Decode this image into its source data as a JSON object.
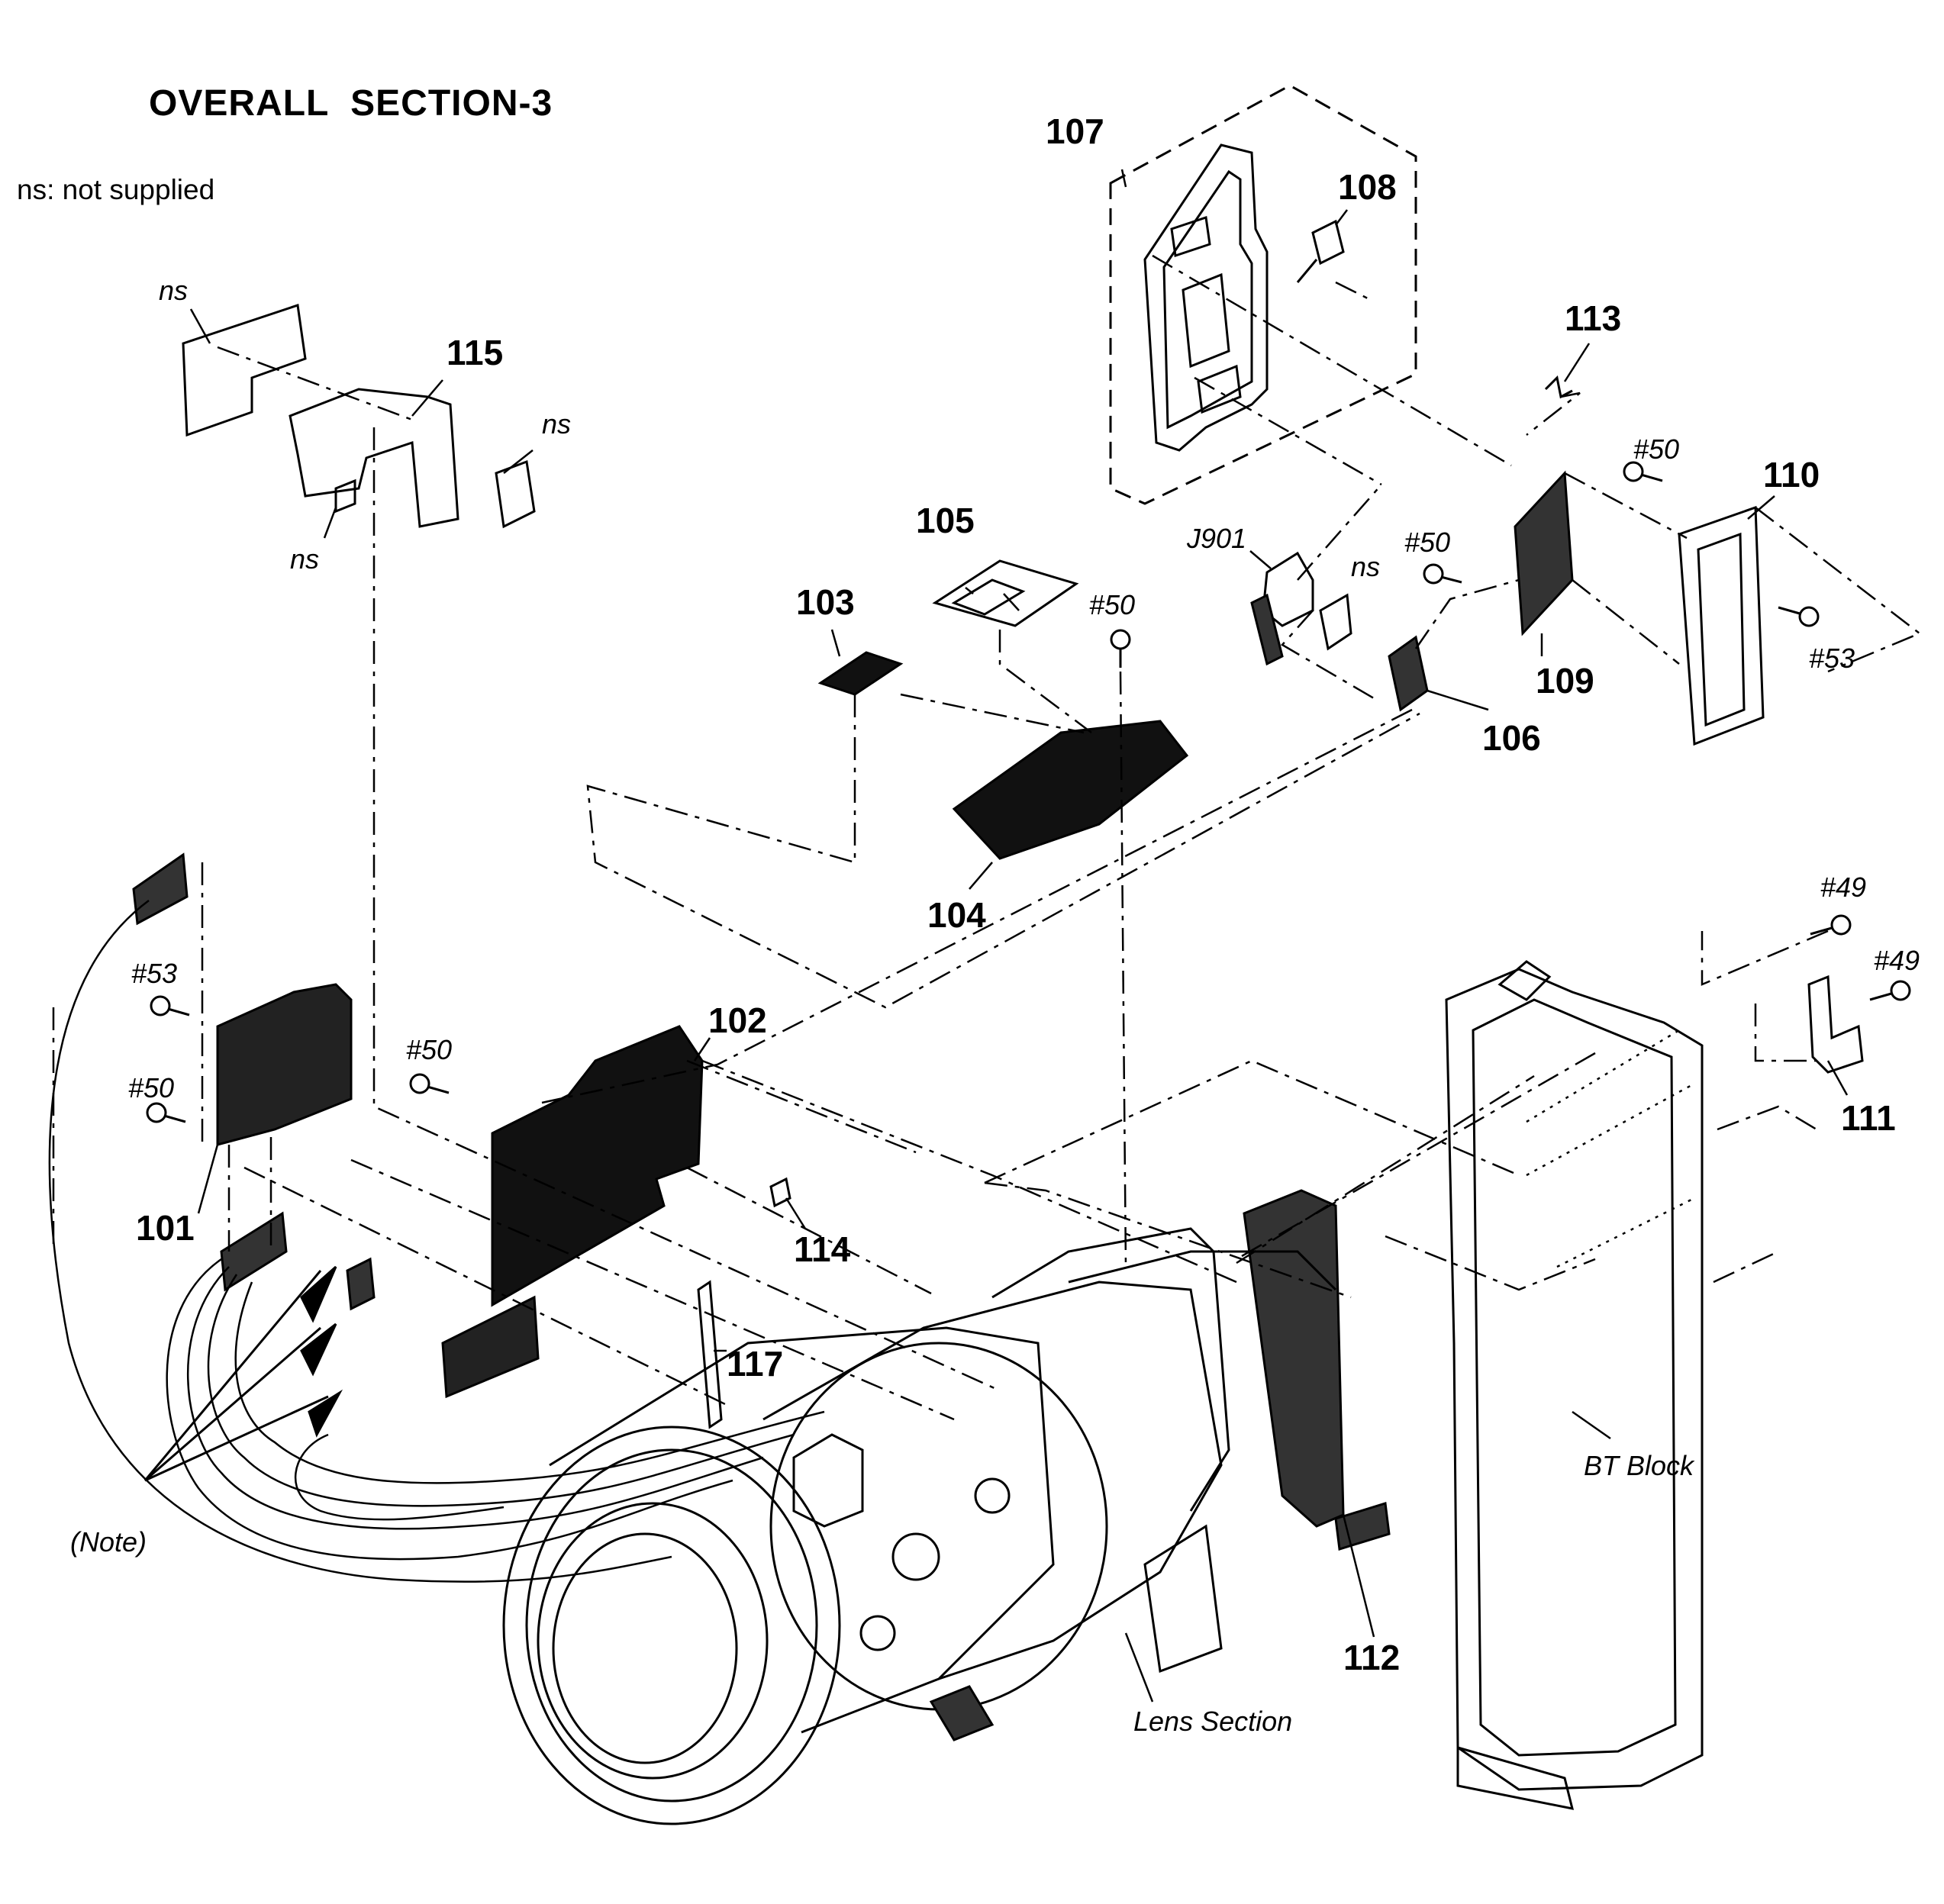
{
  "title": "OVERALL  SECTION-3",
  "legend_note": "ns: not supplied",
  "part_labels": {
    "p101": "101",
    "p102": "102",
    "p103": "103",
    "p104": "104",
    "p105": "105",
    "p106": "106",
    "p107": "107",
    "p108": "108",
    "p109": "109",
    "p110": "110",
    "p111": "111",
    "p112": "112",
    "p113": "113",
    "p114": "114",
    "p115": "115",
    "p117": "117"
  },
  "screw_labels": {
    "s50": "#50",
    "s53": "#53",
    "s49": "#49"
  },
  "ns_label": "ns",
  "connector_label": "J901",
  "note_label": "(Note)",
  "assembly_labels": {
    "bt_block": "BT Block",
    "lens_section": "Lens Section"
  }
}
